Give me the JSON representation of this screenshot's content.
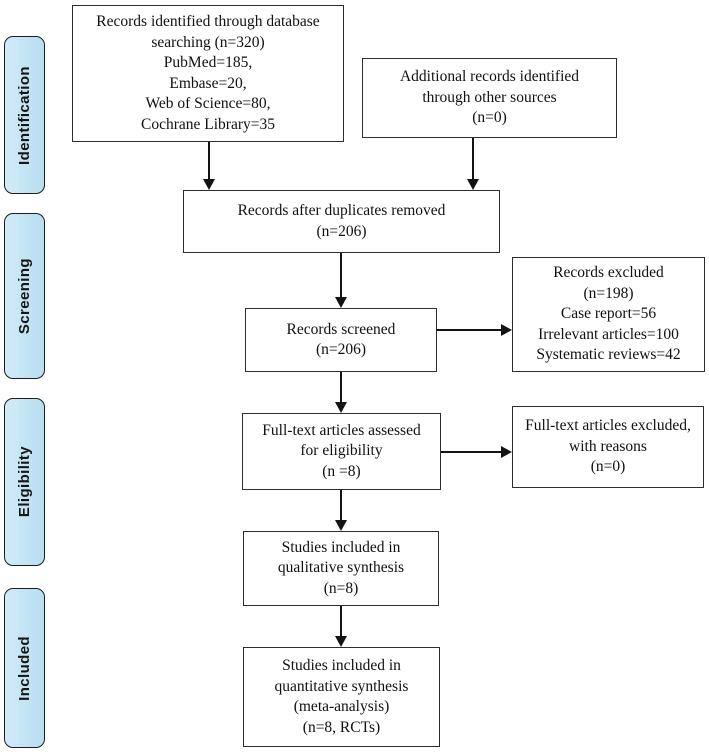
{
  "stages": [
    {
      "label": "Identification"
    },
    {
      "label": "Screening"
    },
    {
      "label": "Eligibility"
    },
    {
      "label": "Included"
    }
  ],
  "boxes": {
    "records_identified": {
      "lines": [
        "Records identified through database",
        "searching (n=320)",
        "PubMed=185,",
        "Embase=20,",
        "Web of Science=80,",
        "Cochrane Library=35"
      ]
    },
    "additional_records": {
      "lines": [
        "Additional records identified",
        "through other sources",
        "(n=0)"
      ]
    },
    "duplicates_removed": {
      "lines": [
        "Records after duplicates removed",
        "(n=206)"
      ]
    },
    "records_screened": {
      "lines": [
        "Records screened",
        "(n=206)"
      ]
    },
    "records_excluded": {
      "lines": [
        "Records excluded",
        "(n=198)",
        "Case report=56",
        "Irrelevant articles=100",
        "Systematic reviews=42"
      ]
    },
    "fulltext_assessed": {
      "lines": [
        "Full-text articles assessed",
        "for eligibility",
        "(n =8)"
      ]
    },
    "fulltext_excluded": {
      "lines": [
        "Full-text articles excluded,",
        "with reasons",
        "(n=0)"
      ]
    },
    "qualitative_synthesis": {
      "lines": [
        "Studies included in",
        "qualitative synthesis",
        "(n=8)"
      ]
    },
    "quantitative_synthesis": {
      "lines": [
        "Studies included in",
        "quantitative synthesis",
        "(meta-analysis)",
        "(n=8, RCTs)"
      ]
    }
  },
  "colors": {
    "stage_fill": "#C2E4F3",
    "stage_border": "#1C1C1C",
    "box_border": "#2E2E2E",
    "arrow": "#131313",
    "text": "#101010"
  }
}
